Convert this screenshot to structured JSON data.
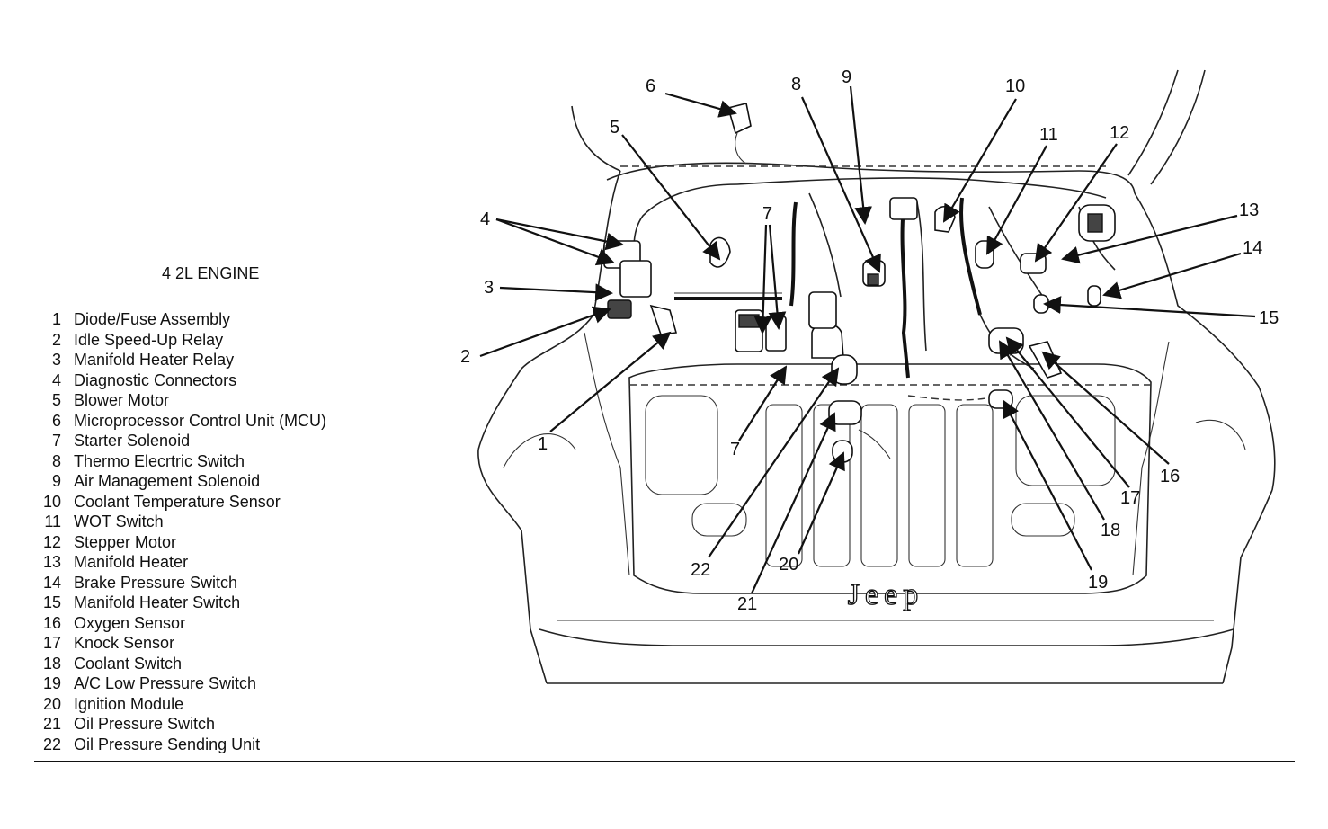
{
  "legend_title": "4 2L ENGINE",
  "legend": [
    {
      "num": "1",
      "label": "Diode/Fuse Assembly"
    },
    {
      "num": "2",
      "label": "Idle Speed-Up Relay"
    },
    {
      "num": "3",
      "label": "Manifold Heater Relay"
    },
    {
      "num": "4",
      "label": "Diagnostic Connectors"
    },
    {
      "num": "5",
      "label": "Blower Motor"
    },
    {
      "num": "6",
      "label": "Microprocessor Control Unit (MCU)"
    },
    {
      "num": "7",
      "label": "Starter Solenoid"
    },
    {
      "num": "8",
      "label": "Thermo Elecrtric Switch"
    },
    {
      "num": "9",
      "label": "Air Management Solenoid"
    },
    {
      "num": "10",
      "label": "Coolant Temperature Sensor"
    },
    {
      "num": "11",
      "label": "WOT Switch"
    },
    {
      "num": "12",
      "label": "Stepper Motor"
    },
    {
      "num": "13",
      "label": "Manifold Heater"
    },
    {
      "num": "14",
      "label": "Brake Pressure Switch"
    },
    {
      "num": "15",
      "label": "Manifold Heater Switch"
    },
    {
      "num": "16",
      "label": "Oxygen Sensor"
    },
    {
      "num": "17",
      "label": "Knock Sensor"
    },
    {
      "num": "18",
      "label": "Coolant Switch"
    },
    {
      "num": "19",
      "label": "A/C Low Pressure Switch"
    },
    {
      "num": "20",
      "label": "Ignition Module"
    },
    {
      "num": "21",
      "label": "Oil Pressure Switch"
    },
    {
      "num": "22",
      "label": "Oil Pressure Sending Unit"
    }
  ],
  "callouts": [
    "1",
    "2",
    "3",
    "4",
    "5",
    "6",
    "7",
    "7",
    "8",
    "9",
    "10",
    "11",
    "12",
    "13",
    "14",
    "15",
    "16",
    "17",
    "18",
    "19",
    "20",
    "21",
    "22"
  ],
  "grille_text": "Jeep"
}
